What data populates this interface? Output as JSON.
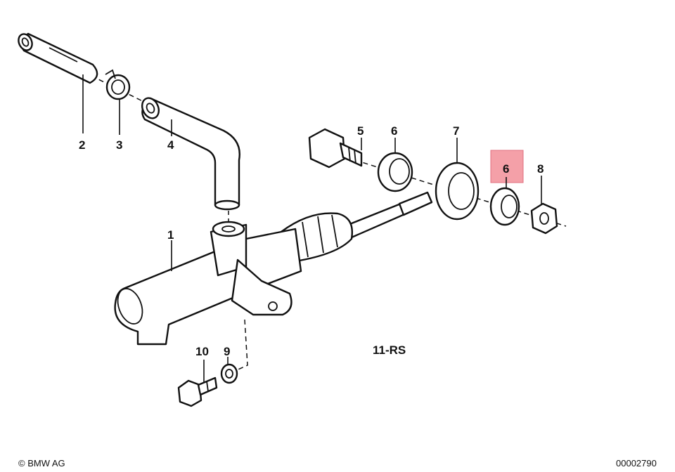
{
  "diagram": {
    "labels": {
      "p1": "1",
      "p2": "2",
      "p3": "3",
      "p4": "4",
      "p5": "5",
      "p6a": "6",
      "p6b": "6",
      "p7": "7",
      "p8": "8",
      "p9": "9",
      "p10": "10"
    },
    "diagram_code": "11-RS",
    "copyright": "© BMW AG",
    "image_number": "00002790",
    "highlight_color": "#f4a0a8",
    "line_color": "#111111"
  }
}
